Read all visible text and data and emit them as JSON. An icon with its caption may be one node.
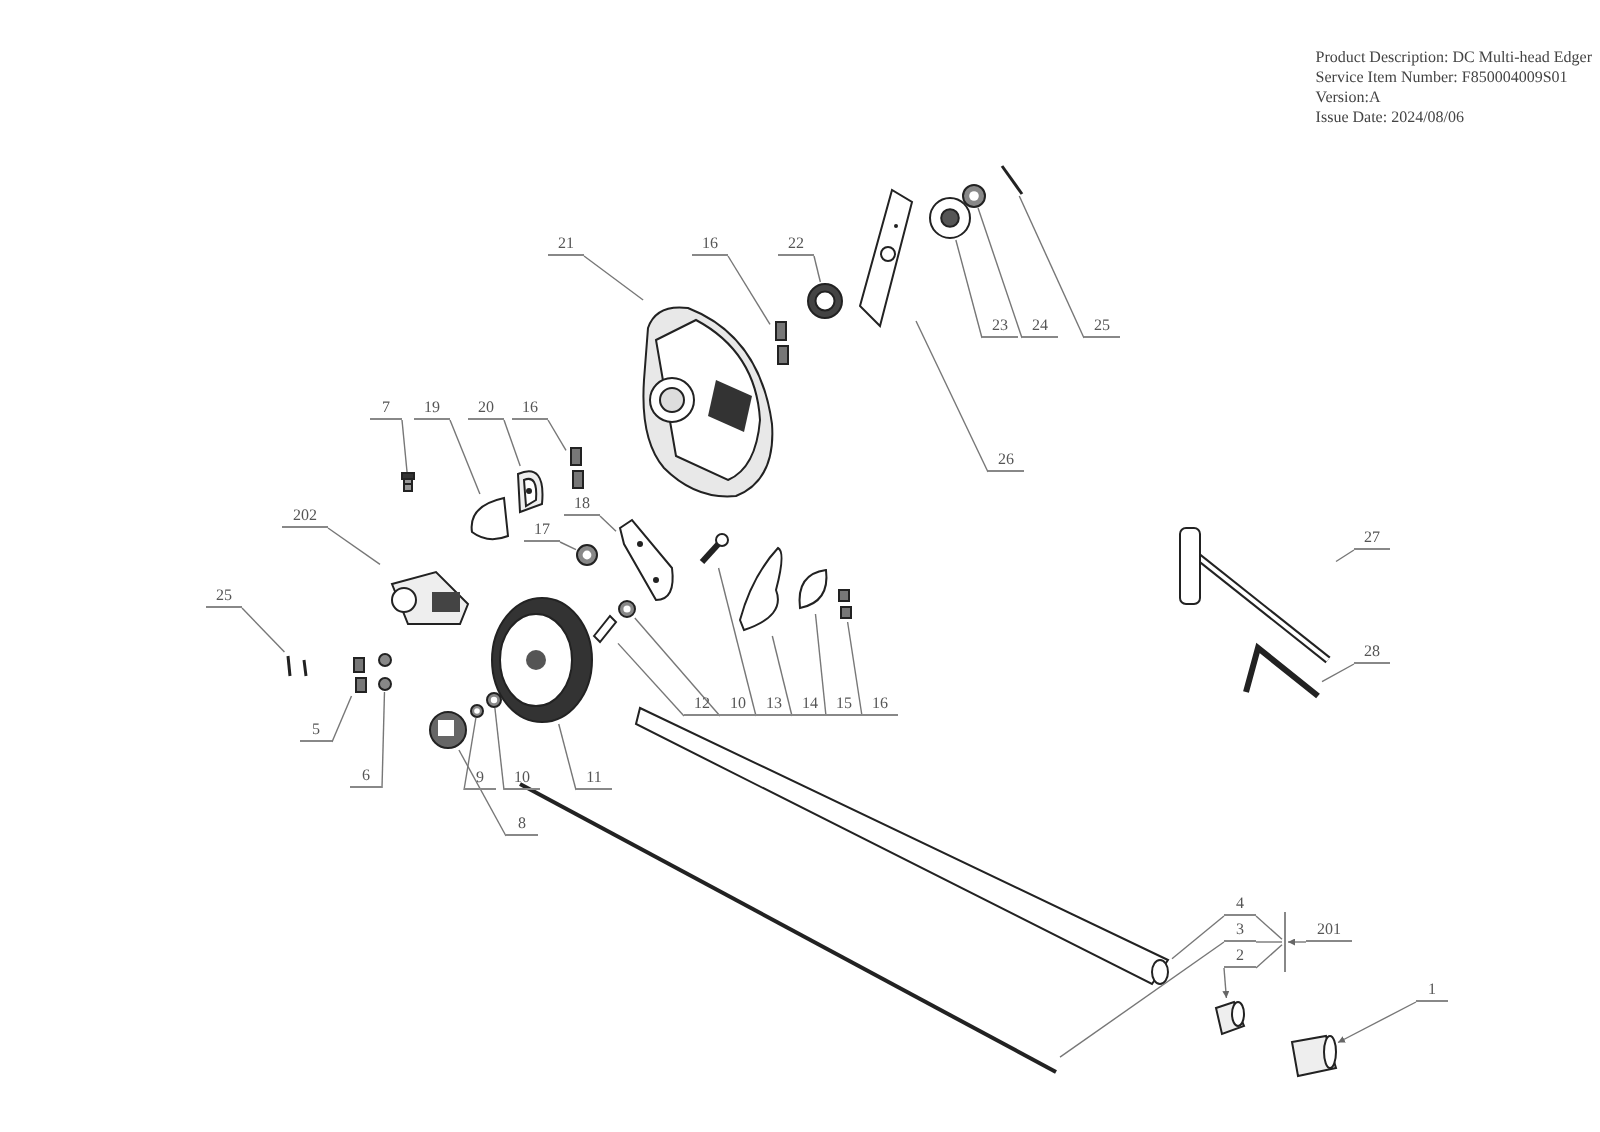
{
  "diagram": {
    "nodes": [
      {
        "text": [
          "21"
        ]
      },
      {
        "text": [
          "16"
        ]
      },
      {
        "text": [
          "22"
        ]
      },
      {
        "text": [
          "23"
        ]
      },
      {
        "text": [
          "24"
        ]
      },
      {
        "text": [
          "25"
        ]
      },
      {
        "text": [
          "26"
        ]
      },
      {
        "text": [
          "7"
        ]
      },
      {
        "text": [
          "19"
        ]
      },
      {
        "text": [
          "20"
        ]
      },
      {
        "text": [
          "16"
        ]
      },
      {
        "text": [
          "18"
        ]
      },
      {
        "text": [
          "17"
        ]
      },
      {
        "text": [
          "202"
        ]
      },
      {
        "text": [
          "25"
        ]
      },
      {
        "text": [
          "5"
        ]
      },
      {
        "text": [
          "6"
        ]
      },
      {
        "text": [
          "12"
        ]
      },
      {
        "text": [
          "10"
        ]
      },
      {
        "text": [
          "13"
        ]
      },
      {
        "text": [
          "14"
        ]
      },
      {
        "text": [
          "15"
        ]
      },
      {
        "text": [
          "16"
        ]
      },
      {
        "text": [
          "9"
        ]
      },
      {
        "text": [
          "10"
        ]
      },
      {
        "text": [
          "11"
        ]
      },
      {
        "text": [
          "8"
        ]
      },
      {
        "text": [
          "4"
        ]
      },
      {
        "text": [
          "3"
        ]
      },
      {
        "text": [
          "201"
        ]
      },
      {
        "text": [
          "2"
        ]
      },
      {
        "text": [
          "1"
        ]
      },
      {
        "text": [
          "27"
        ]
      },
      {
        "text": [
          "28"
        ]
      },
      {
        "text": [],
        "shape": "picture"
      },
      {
        "text": [],
        "shape": "picture"
      },
      {
        "text": [],
        "shape": "picture"
      },
      {
        "text": [],
        "shape": "picture"
      },
      {
        "text": [],
        "shape": "picture"
      },
      {
        "text": [],
        "shape": "picture"
      },
      {
        "text": [],
        "shape": "picture"
      },
      {
        "text": [],
        "shape": "picture"
      },
      {
        "text": [],
        "shape": "picture"
      },
      {
        "text": [],
        "shape": "picture"
      },
      {
        "text": [],
        "shape": "picture"
      },
      {
        "text": [],
        "shape": "picture"
      },
      {
        "text": [],
        "shape": "picture"
      },
      {
        "text": [],
        "shape": "picture"
      },
      {
        "text": [],
        "shape": "picture"
      },
      {
        "text": [],
        "shape": "picture"
      },
      {
        "text": [],
        "shape": "picture"
      },
      {
        "text": [],
        "shape": "picture"
      },
      {
        "text": [],
        "shape": "picture"
      },
      {
        "text": [],
        "shape": "picture"
      },
      {
        "text": [],
        "shape": "picture"
      },
      {
        "text": [],
        "shape": "picture"
      },
      {
        "text": [],
        "shape": "picture"
      },
      {
        "text": [],
        "shape": "picture"
      },
      {
        "text": [],
        "shape": "picture"
      },
      {
        "text": [],
        "shape": "picture"
      },
      {
        "text": [],
        "shape": "picture"
      },
      {
        "text": [],
        "shape": "picture"
      },
      {
        "text": [],
        "shape": "picture"
      },
      {
        "text": [],
        "shape": "picture"
      },
      {
        "text": [],
        "shape": "picture"
      },
      {
        "text": [],
        "shape": "picture"
      },
      {
        "text": [],
        "shape": "picture"
      },
      {
        "text": [],
        "shape": "bar"
      }
    ],
    "edges": [
      {
        "from": 0,
        "to": 34,
        "arrow": "none"
      },
      {
        "from": 1,
        "to": 35,
        "arrow": "none"
      },
      {
        "from": 2,
        "to": 36,
        "arrow": "none"
      },
      {
        "from": 3,
        "to": 37,
        "arrow": "none"
      },
      {
        "from": 4,
        "to": 38,
        "arrow": "none"
      },
      {
        "from": 5,
        "to": 39,
        "arrow": "none"
      },
      {
        "from": 6,
        "to": 40,
        "arrow": "none"
      },
      {
        "from": 7,
        "to": 41,
        "arrow": "none"
      },
      {
        "from": 8,
        "to": 42,
        "arrow": "none"
      },
      {
        "from": 9,
        "to": 43,
        "arrow": "none"
      },
      {
        "from": 10,
        "to": 44,
        "arrow": "none"
      },
      {
        "from": 11,
        "to": 45,
        "arrow": "none"
      },
      {
        "from": 12,
        "to": 46,
        "arrow": "none"
      },
      {
        "from": 13,
        "to": 47,
        "arrow": "none"
      },
      {
        "from": 14,
        "to": 48,
        "arrow": "none"
      },
      {
        "from": 15,
        "to": 49,
        "arrow": "none"
      },
      {
        "from": 16,
        "to": 50,
        "arrow": "none"
      },
      {
        "from": 17,
        "to": 51,
        "arrow": "none"
      },
      {
        "from": 18,
        "to": 52,
        "arrow": "none"
      },
      {
        "from": 19,
        "to": 53,
        "arrow": "none"
      },
      {
        "from": 20,
        "to": 54,
        "arrow": "none"
      },
      {
        "from": 21,
        "to": 55,
        "arrow": "none"
      },
      {
        "from": 22,
        "to": 56,
        "arrow": "none"
      },
      {
        "from": 23,
        "to": 57,
        "arrow": "none"
      },
      {
        "from": 24,
        "to": 58,
        "arrow": "none"
      },
      {
        "from": 25,
        "to": 59,
        "arrow": "none"
      },
      {
        "from": 26,
        "to": 60,
        "arrow": "none"
      },
      {
        "from": 27,
        "to": 61,
        "arrow": "none"
      },
      {
        "from": 28,
        "to": 62,
        "arrow": "none"
      },
      {
        "from": 29,
        "to": 67,
        "arrow": "to"
      },
      {
        "from": 27,
        "to": 67,
        "arrow": "none"
      },
      {
        "from": 28,
        "to": 67,
        "arrow": "none"
      },
      {
        "from": 30,
        "to": 67,
        "arrow": "none"
      },
      {
        "from": 30,
        "to": 63,
        "arrow": "to"
      },
      {
        "from": 31,
        "to": 64,
        "arrow": "to"
      },
      {
        "from": 32,
        "to": 65,
        "arrow": "none"
      },
      {
        "from": 33,
        "to": 66,
        "arrow": "none"
      }
    ],
    "labels": [
      "Product Description: DC Multi-head Edger",
      "Service Item Number: F850004009S01",
      "Version:A",
      "Issue Date: 2024/08/06"
    ]
  }
}
